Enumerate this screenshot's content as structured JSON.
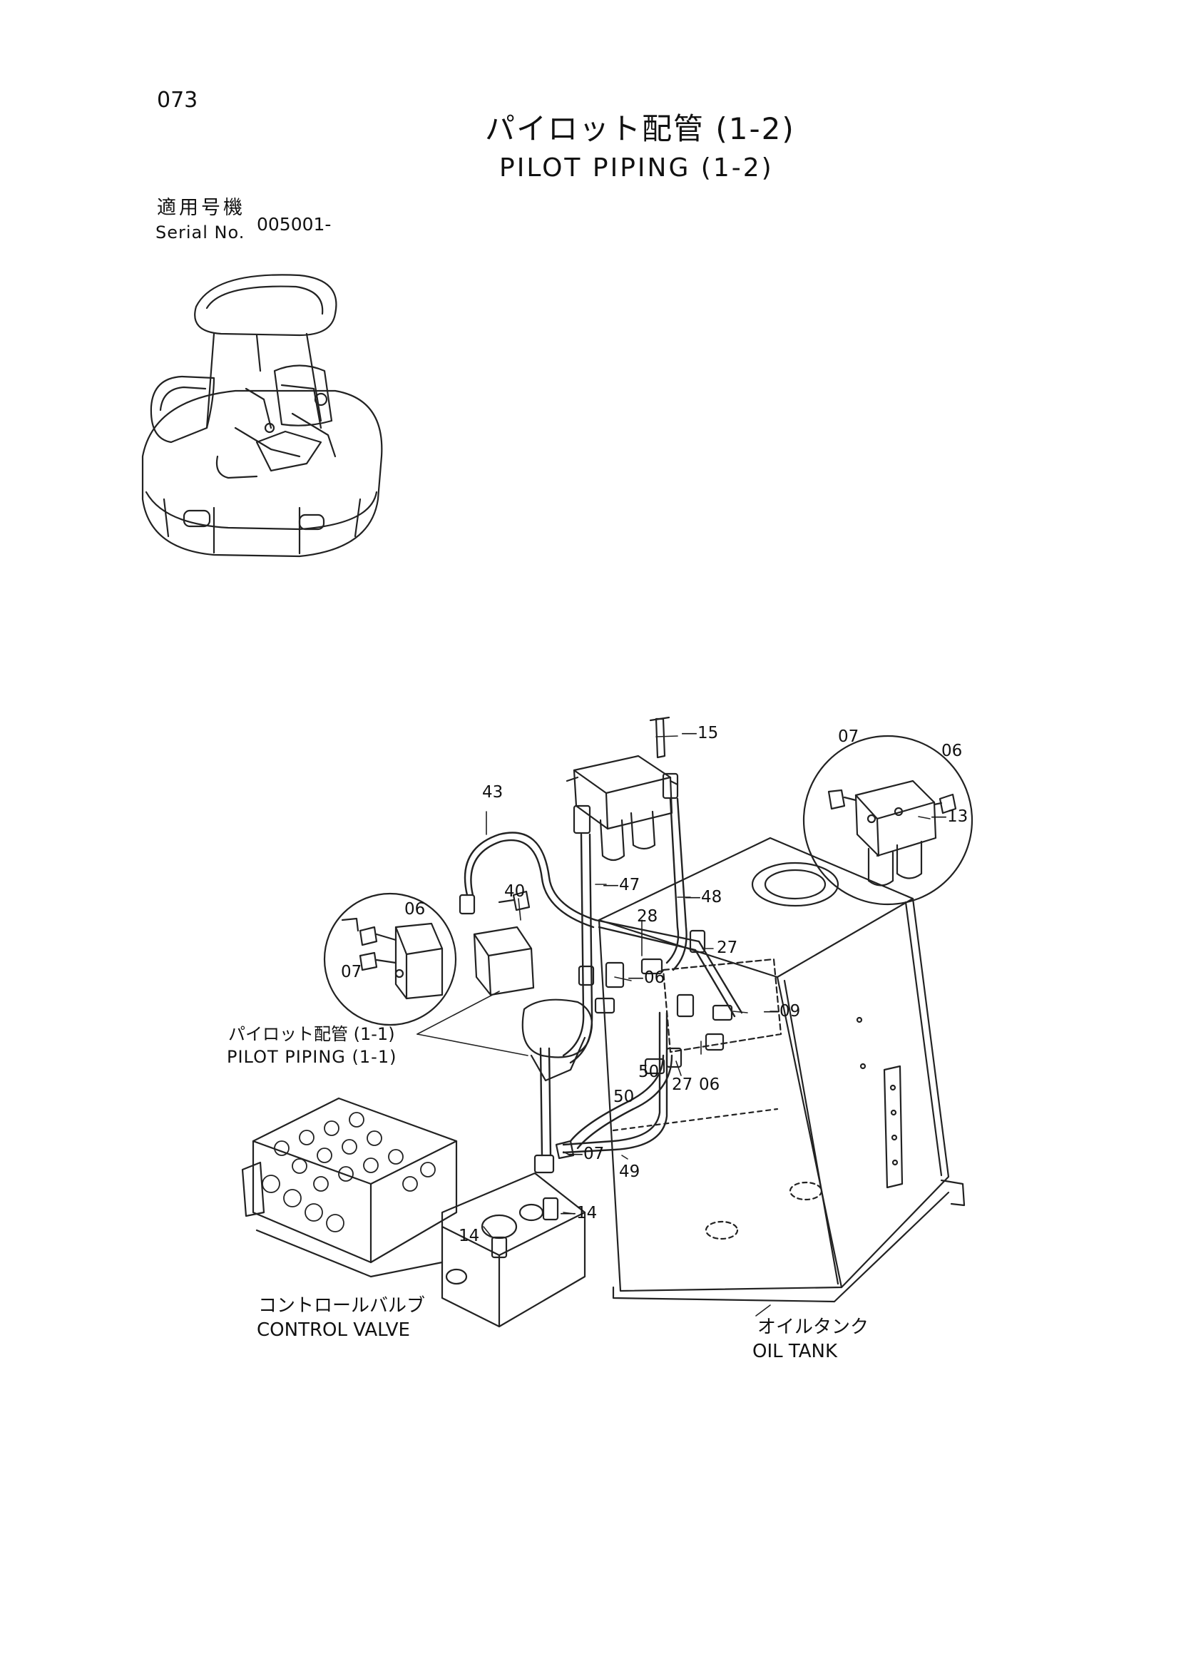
{
  "page": {
    "number": "073",
    "title_jp": "パイロット配管 (1-2)",
    "title_en": "PILOT PIPING (1-2)",
    "serial_label_jp": "適用号機",
    "serial_label_en": "Serial No.",
    "serial_value": "005001-"
  },
  "callouts": {
    "pilot_piping_1_1_jp": "パイロット配管 (1-1)",
    "pilot_piping_1_1_en": "PILOT PIPING (1-1)",
    "control_valve_jp": "コントロールバルブ",
    "control_valve_en": "CONTROL VALVE",
    "oil_tank_jp": "オイルタンク",
    "oil_tank_en": "OIL TANK"
  },
  "part_numbers": {
    "p15": "15",
    "p07_inset": "07",
    "p06_inset": "06",
    "p13": "13",
    "p43": "43",
    "p47": "47",
    "p48": "48",
    "p40": "40",
    "p28": "28",
    "p27_upper": "27",
    "p06_left_inset": "06",
    "p07_left_inset": "07",
    "p06_mid": "06",
    "p09": "09",
    "p50a": "50",
    "p50b": "50",
    "p27_lower": "27",
    "p06_lower": "06",
    "p07_lower": "07",
    "p49": "49",
    "p14_right": "14",
    "p14_left": "14"
  }
}
